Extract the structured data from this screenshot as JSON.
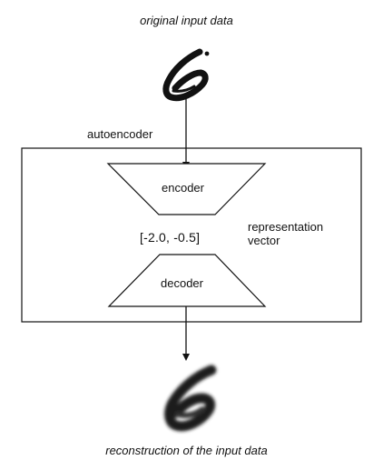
{
  "diagram": {
    "title_top": "original input data",
    "autoencoder_label": "autoencoder",
    "encoder_label": "encoder",
    "decoder_label": "decoder",
    "vector_text": "[-2.0,   -0.5]",
    "representation_label": "representation vector",
    "title_bottom": "reconstruction of the input data",
    "colors": {
      "stroke": "#111111",
      "background": "#ffffff"
    }
  }
}
